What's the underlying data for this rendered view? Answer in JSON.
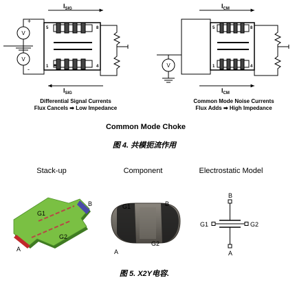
{
  "fig4": {
    "left": {
      "current_top": "I",
      "current_top_sub": "SIG",
      "current_bottom": "I",
      "current_bottom_sub": "SIG",
      "source_top_label": "V",
      "source_bottom_label": "V",
      "plus": "+",
      "minus": "-",
      "pin5": "5",
      "pin8": "8",
      "pin1": "1",
      "pin4": "4",
      "caption_line1": "Differential Signal Currents",
      "caption_line2": "Flux Cancels ➡ Low Impedance"
    },
    "right": {
      "current_top": "I",
      "current_top_sub": "CM",
      "current_bottom": "I",
      "current_bottom_sub": "CM",
      "source_label": "V",
      "pin5": "5",
      "pin8": "8",
      "pin1": "1",
      "pin4": "4",
      "caption_line1": "Common Mode Noise Currents",
      "caption_line2": "Flux Adds ➡ High Impedance"
    },
    "main_title": "Common Mode Choke",
    "figure_caption": "图 4.  共模扼流作用"
  },
  "fig5": {
    "panel_stackup": "Stack-up",
    "panel_component": "Component",
    "panel_model": "Electrostatic Model",
    "stack_G1": "G1",
    "stack_B": "B",
    "stack_G2": "G2",
    "stack_A": "A",
    "comp_G1": "G1",
    "comp_B": "B",
    "comp_G2": "G2",
    "comp_A": "A",
    "model_B": "B",
    "model_G1": "G1",
    "model_G2": "G2",
    "model_A": "A",
    "figure_caption": "图 5.  X2Y电容."
  },
  "colors": {
    "board_green": "#7ac043",
    "board_dark": "#3f7a22",
    "pad_blue": "#4a4aa8",
    "pad_red": "#c0282a",
    "component_body": "#6e6a63",
    "component_band": "#1c1c1c"
  }
}
